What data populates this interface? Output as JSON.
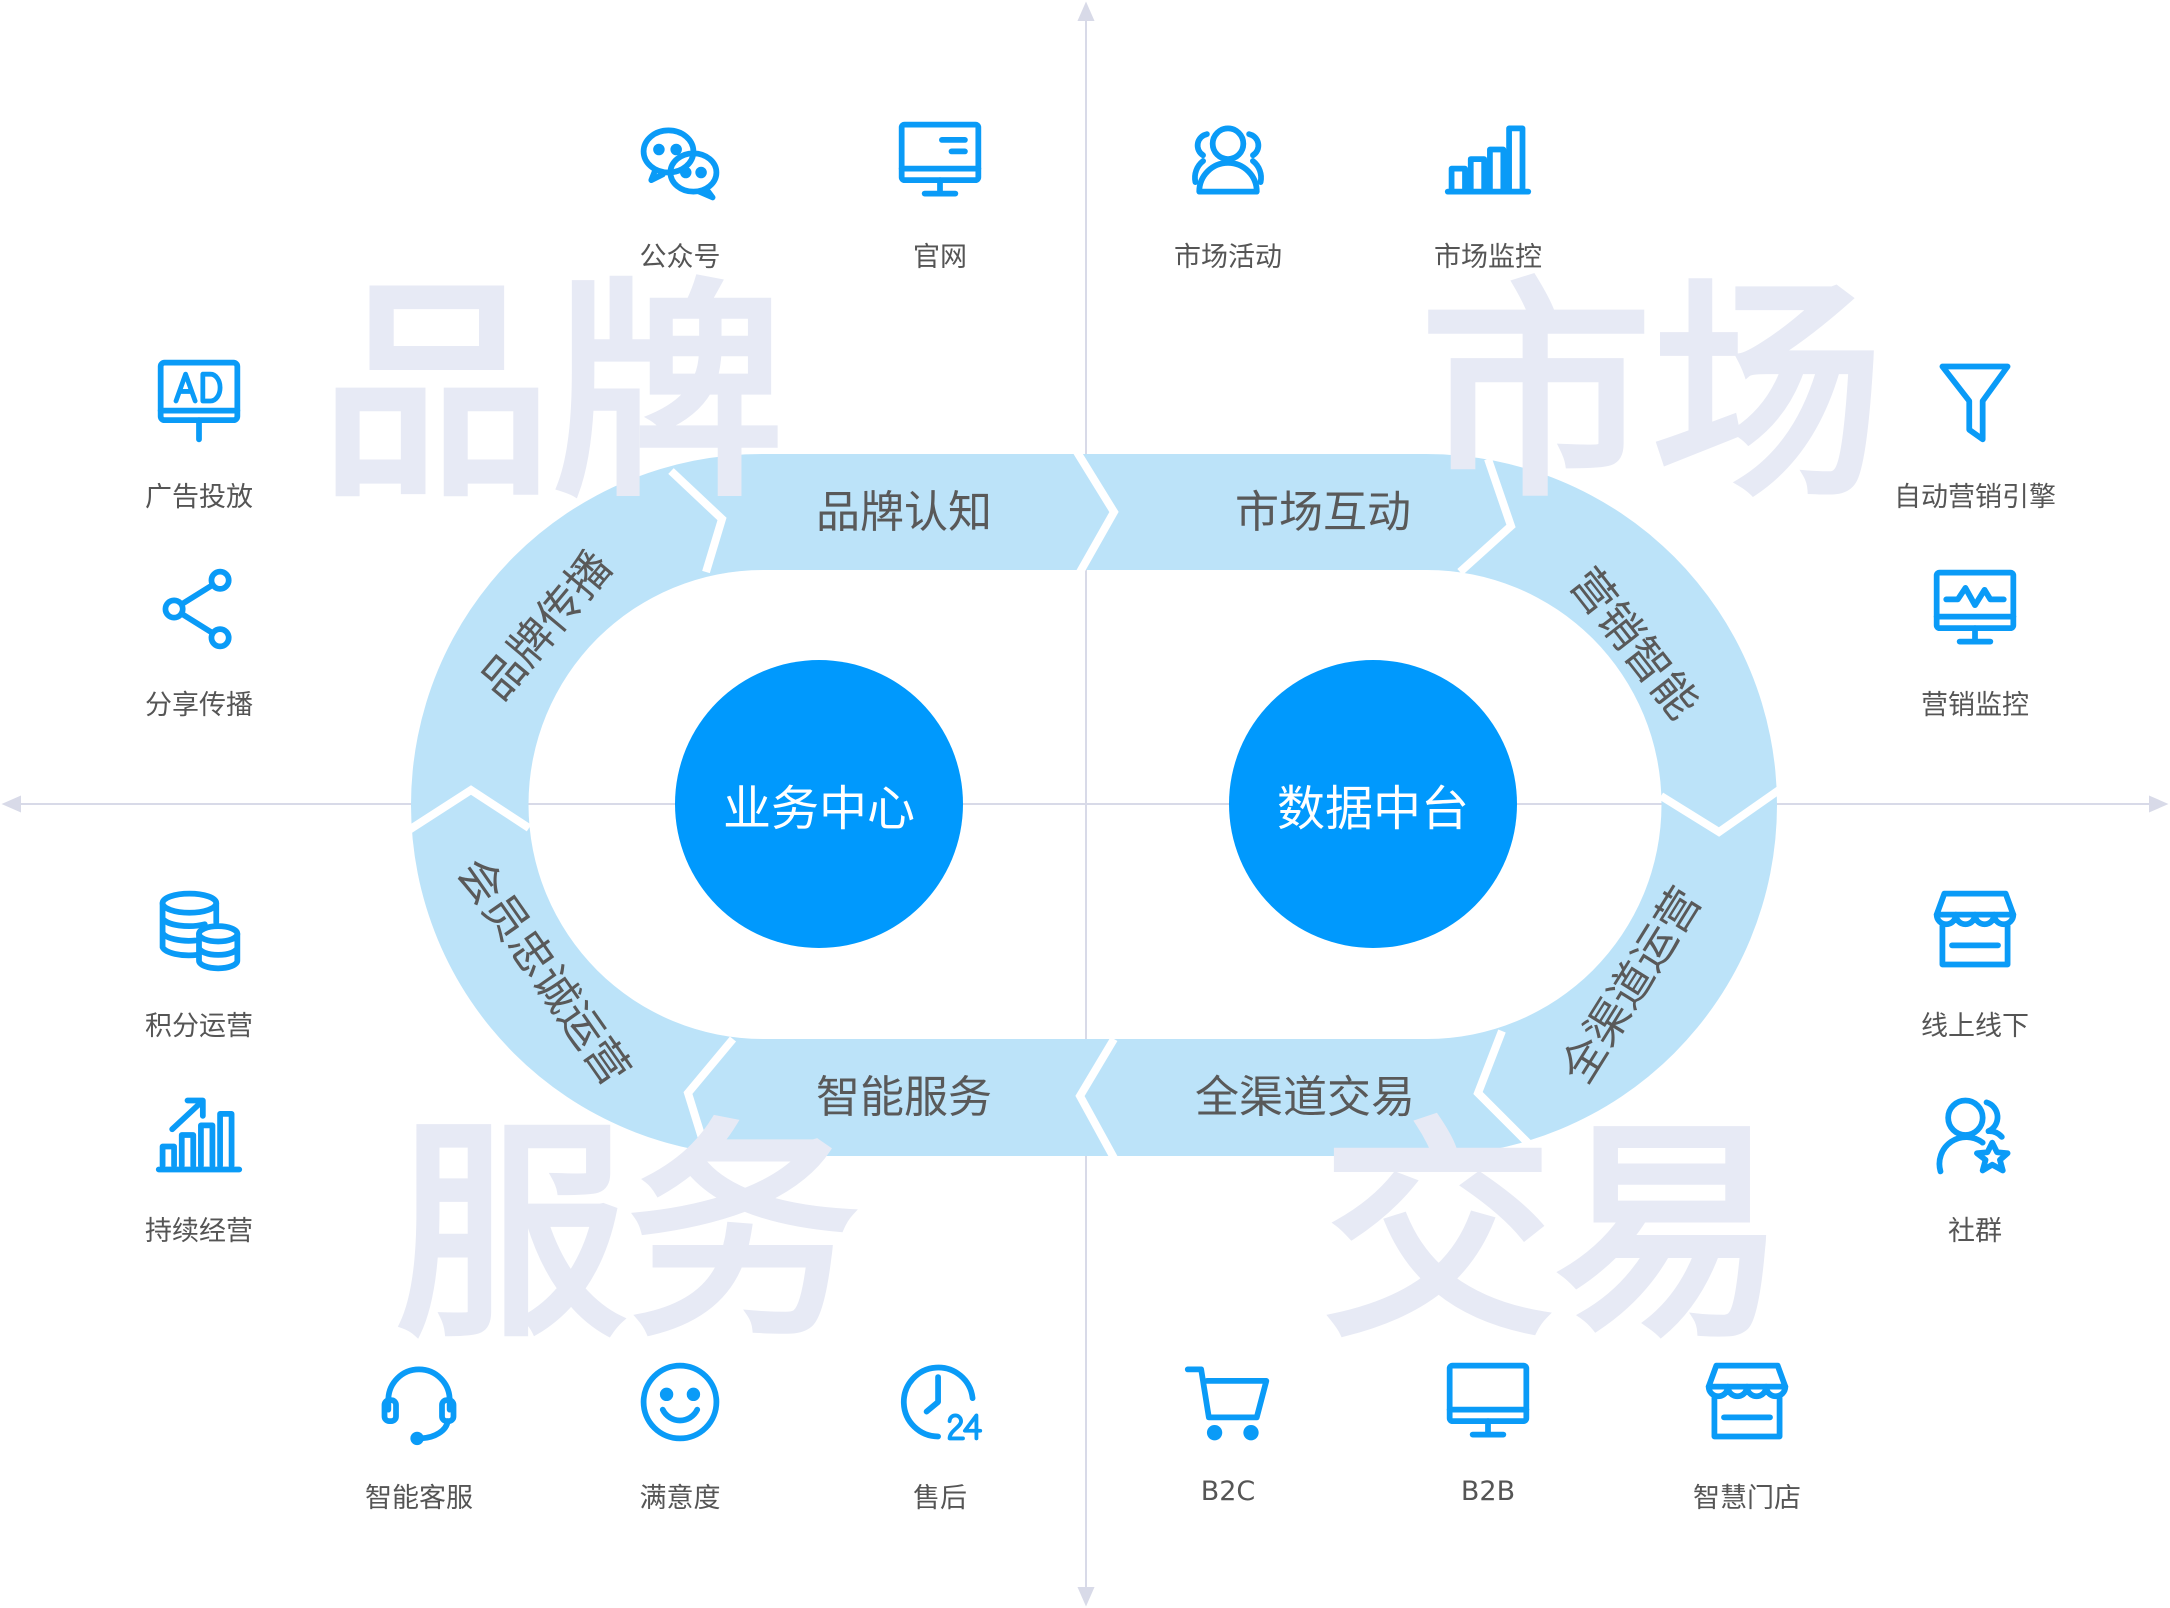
{
  "colors": {
    "accent": "#0a9bf7",
    "ring": "#bce3f9",
    "hub": "#0099fd",
    "watermark": "#e7eaf5",
    "axis": "#d8dae8"
  },
  "watermarks": {
    "brand": "品牌",
    "market": "市场",
    "service": "服务",
    "trade": "交易"
  },
  "hubs": {
    "left": "业务中心",
    "right": "数据中台"
  },
  "segments": {
    "brand_awareness": "品牌认知",
    "market_interaction": "市场互动",
    "marketing_intelligence": "营销智能",
    "omnichannel_ops": "全渠道运营",
    "omnichannel_trade": "全渠道交易",
    "smart_service": "智能服务",
    "member_loyalty": "会员忠诚运营",
    "brand_spread": "品牌传播"
  },
  "top_items": [
    {
      "label": "公众号",
      "icon": "wechat-icon"
    },
    {
      "label": "官网",
      "icon": "monitor-icon"
    },
    {
      "label": "市场活动",
      "icon": "users-icon"
    },
    {
      "label": "市场监控",
      "icon": "bar-chart-icon"
    }
  ],
  "left_items": [
    {
      "label": "广告投放",
      "icon": "ad-board-icon"
    },
    {
      "label": "分享传播",
      "icon": "share-icon"
    },
    {
      "label": "积分运营",
      "icon": "coins-icon"
    },
    {
      "label": "持续经营",
      "icon": "growth-chart-icon"
    }
  ],
  "right_items": [
    {
      "label": "自动营销引擎",
      "icon": "funnel-icon"
    },
    {
      "label": "营销监控",
      "icon": "monitor-pulse-icon"
    },
    {
      "label": "线上线下",
      "icon": "store-icon"
    },
    {
      "label": "社群",
      "icon": "community-icon"
    }
  ],
  "bottom_items": [
    {
      "label": "智能客服",
      "icon": "headset-icon"
    },
    {
      "label": "满意度",
      "icon": "smile-icon"
    },
    {
      "label": "售后",
      "icon": "clock-24-icon"
    },
    {
      "label": "B2C",
      "icon": "cart-icon"
    },
    {
      "label": "B2B",
      "icon": "desktop-icon"
    },
    {
      "label": "智慧门店",
      "icon": "store-icon"
    }
  ]
}
